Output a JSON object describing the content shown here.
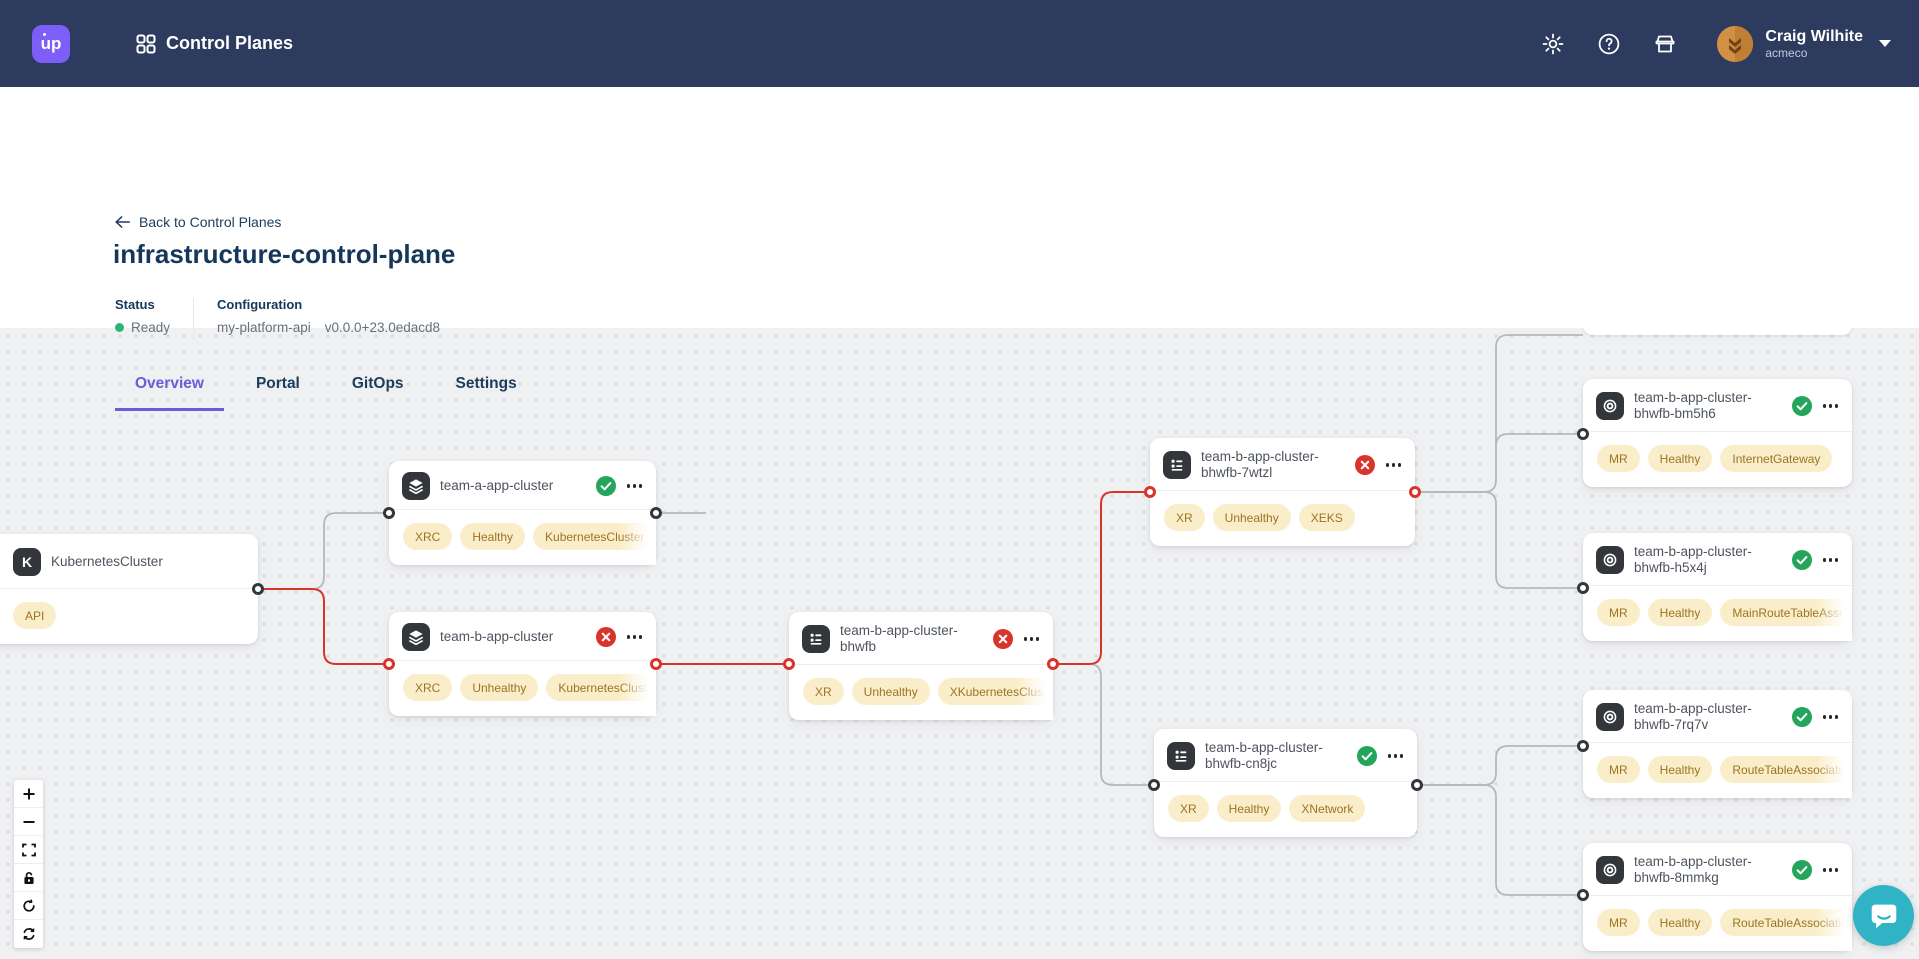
{
  "navbar": {
    "logo_text": "up",
    "app_title": "Control Planes",
    "user_name": "Craig Wilhite",
    "user_org": "acmeco"
  },
  "header": {
    "back_label": "Back to Control Planes",
    "title": "infrastructure-control-plane",
    "status_label": "Status",
    "status_value": "Ready",
    "config_label": "Configuration",
    "config_name": "my-platform-api",
    "config_version": "v0.0.0+23.0edacd8"
  },
  "tabs": [
    {
      "label": "Overview",
      "active": true
    },
    {
      "label": "Portal",
      "active": false
    },
    {
      "label": "GitOps",
      "active": false
    },
    {
      "label": "Settings",
      "active": false
    }
  ],
  "graph": {
    "nodes": [
      {
        "title": "KubernetesCluster",
        "icon": "kubernetes-icon",
        "status": null,
        "pills": [
          "API"
        ]
      },
      {
        "title": "team-a-app-cluster",
        "icon": "layers-icon",
        "status": "healthy",
        "pills": [
          "XRC",
          "Healthy",
          "KubernetesCluster"
        ]
      },
      {
        "title": "team-b-app-cluster",
        "icon": "layers-icon",
        "status": "error",
        "pills": [
          "XRC",
          "Unhealthy",
          "KubernetesCluster"
        ]
      },
      {
        "title": "team-b-app-cluster-bhwfb",
        "icon": "composite-resource-icon",
        "status": "error",
        "pills": [
          "XR",
          "Unhealthy",
          "XKubernetesCluster"
        ]
      },
      {
        "title": "team-b-app-cluster-bhwfb-7wtzl",
        "icon": "composite-resource-icon",
        "status": "error",
        "pills": [
          "XR",
          "Unhealthy",
          "XEKS"
        ]
      },
      {
        "title": "team-b-app-cluster-bhwfb-cn8jc",
        "icon": "composite-resource-icon",
        "status": "healthy",
        "pills": [
          "XR",
          "Healthy",
          "XNetwork"
        ]
      },
      {
        "title": "team-b-app-cluster-bhwfb-bm5h6",
        "icon": "managed-resource-icon",
        "status": "healthy",
        "pills": [
          "MR",
          "Healthy",
          "InternetGateway"
        ]
      },
      {
        "title": "team-b-app-cluster-bhwfb-h5x4j",
        "icon": "managed-resource-icon",
        "status": "healthy",
        "pills": [
          "MR",
          "Healthy",
          "MainRouteTableAssociation"
        ]
      },
      {
        "title": "team-b-app-cluster-bhwfb-7rq7v",
        "icon": "managed-resource-icon",
        "status": "healthy",
        "pills": [
          "MR",
          "Healthy",
          "RouteTableAssociation"
        ]
      },
      {
        "title": "team-b-app-cluster-bhwfb-8mmkg",
        "icon": "managed-resource-icon",
        "status": "healthy",
        "pills": [
          "MR",
          "Healthy",
          "RouteTableAssociation"
        ]
      }
    ]
  },
  "flow_controls": [
    "zoom-in",
    "zoom-out",
    "fit-view",
    "lock",
    "rotate",
    "refresh"
  ],
  "colors": {
    "navbar": "#2c3b5e",
    "brand_purple": "#7e5ef8",
    "accent_purple": "#6e5bd6",
    "heading_navy": "#15375a",
    "pill_bg": "#faeeca",
    "pill_text": "#9c7420",
    "status_green": "#23a55c",
    "status_red": "#d9342b",
    "edge_gray": "#b4b8be",
    "edge_red": "#d9342b",
    "canvas_bg": "#eff0f2",
    "chat_teal": "#30b4c5"
  }
}
